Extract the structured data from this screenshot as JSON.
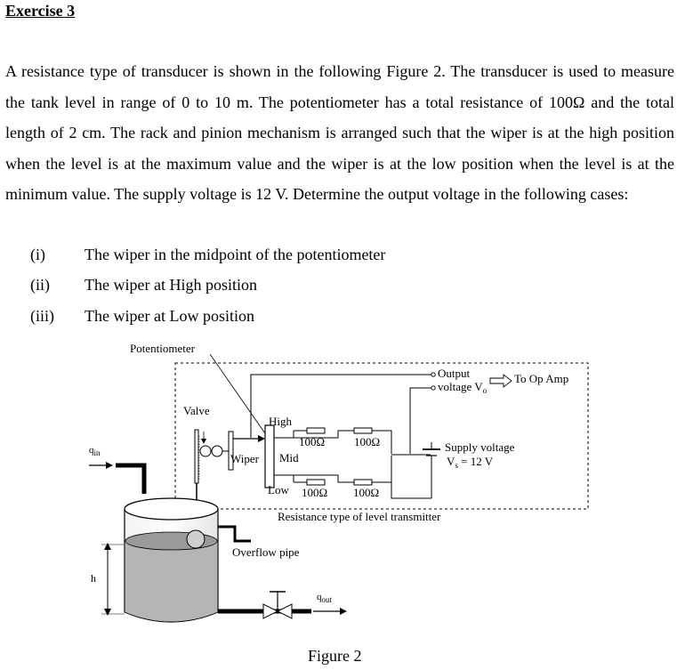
{
  "exercise": {
    "heading": "Exercise 3"
  },
  "problem": {
    "text": "A resistance type of transducer is shown in the following Figure 2. The transducer is used to measure the tank level in range of 0 to 10 m. The potentiometer has a total resistance of 100Ω and the total length of 2 cm. The rack and pinion mechanism is arranged such that the wiper is at the high position when the level is at the maximum value and the wiper is at the low position when the level is at the minimum value. The supply voltage is 12 V. Determine the output voltage in the following cases:",
    "cases": [
      {
        "num": "(i)",
        "text": "The wiper in the midpoint of the potentiometer"
      },
      {
        "num": "(ii)",
        "text": "The wiper at High position"
      },
      {
        "num": "(iii)",
        "text": "The wiper at Low position"
      }
    ]
  },
  "figure": {
    "labels": {
      "potentiometer": "Potentiometer",
      "valve": "Valve",
      "high": "High",
      "mid": "Mid",
      "low": "Low",
      "wiper": "Wiper",
      "r_top_left": "100Ω",
      "r_top_right": "100Ω",
      "r_bottom_left": "100Ω",
      "r_bottom_right": "100Ω",
      "output_line1": "Output",
      "output_line2": "voltage V",
      "output_sub": "o",
      "to_op_amp": "To Op Amp",
      "supply_line1": "Supply voltage",
      "supply_line2a": "V",
      "supply_sub": "s",
      "supply_line2b": " = 12 V",
      "transmitter": "Resistance type of level transmitter",
      "overflow": "Overflow pipe",
      "qin": "q",
      "qin_sub": "in",
      "qout": "q",
      "qout_sub": "out",
      "h": "h"
    },
    "caption": "Figure 2"
  }
}
